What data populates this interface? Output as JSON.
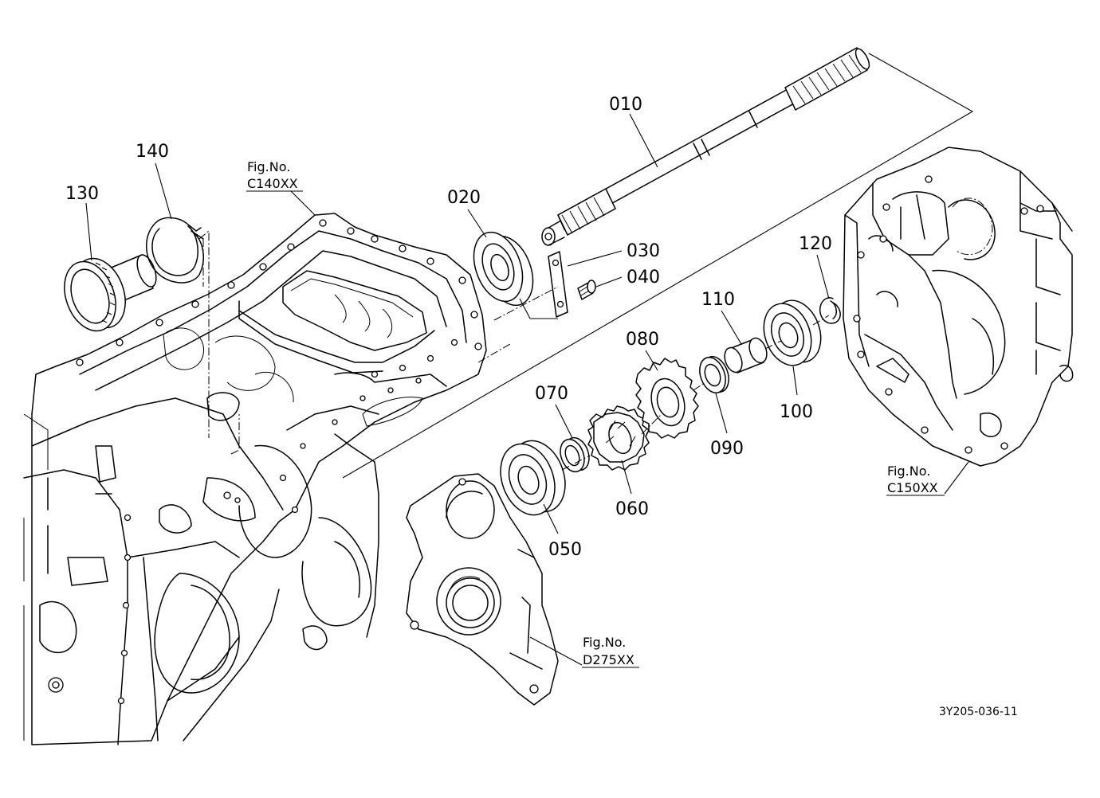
{
  "parts": [
    {
      "number": "010",
      "name_icon": "drive-shaft-icon"
    },
    {
      "number": "020",
      "name_icon": "ball-bearing-icon"
    },
    {
      "number": "030",
      "name_icon": "plate-icon"
    },
    {
      "number": "040",
      "name_icon": "screw-icon"
    },
    {
      "number": "050",
      "name_icon": "ball-bearing-icon"
    },
    {
      "number": "060",
      "name_icon": "gear-icon"
    },
    {
      "number": "070",
      "name_icon": "collar-icon"
    },
    {
      "number": "080",
      "name_icon": "gear-icon"
    },
    {
      "number": "090",
      "name_icon": "washer-icon"
    },
    {
      "number": "100",
      "name_icon": "ball-bearing-icon"
    },
    {
      "number": "110",
      "name_icon": "collar-icon"
    },
    {
      "number": "120",
      "name_icon": "snap-ring-icon"
    },
    {
      "number": "130",
      "name_icon": "gear-shaft-icon"
    },
    {
      "number": "140",
      "name_icon": "snap-ring-icon"
    }
  ],
  "figure_refs": [
    {
      "line1": "Fig.No.",
      "line2": "C140XX"
    },
    {
      "line1": "Fig.No.",
      "line2": "C150XX"
    },
    {
      "line1": "Fig.No.",
      "line2": "D275XX"
    }
  ],
  "drawing_id": "3Y205-036-11",
  "colors": {
    "ink": "#000000",
    "paper": "#ffffff"
  }
}
